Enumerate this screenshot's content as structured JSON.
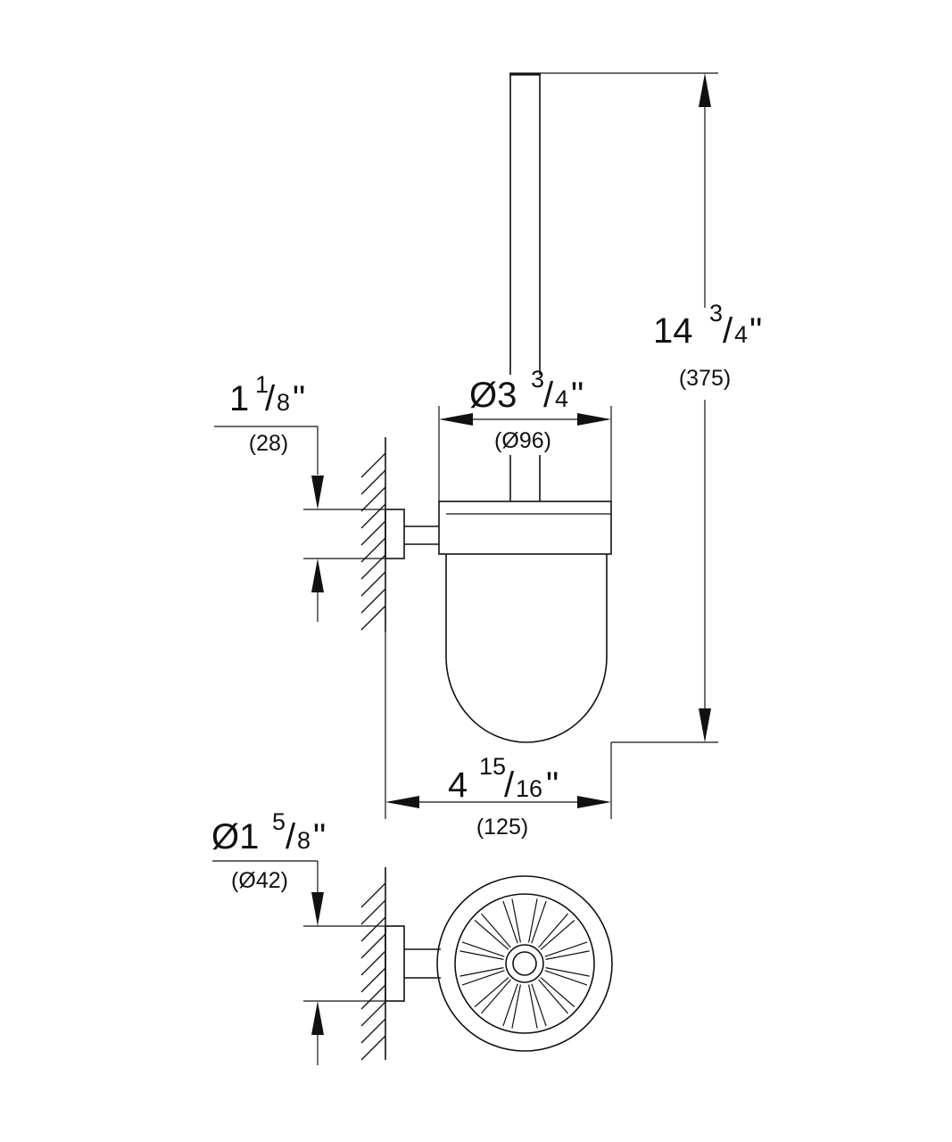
{
  "dimensions": {
    "height": {
      "whole": "14",
      "num": "3",
      "den": "4",
      "inch": "\"",
      "metric": "(375)"
    },
    "cup_diameter": {
      "prefix": "Ø3",
      "num": "3",
      "den": "4",
      "inch": "\"",
      "metric": "(Ø96)"
    },
    "bracket_height": {
      "whole": "1",
      "num": "1",
      "den": "8",
      "inch": "\"",
      "metric": "(28)"
    },
    "projection": {
      "whole": "4",
      "num": "15",
      "den": "16",
      "inch": "\"",
      "metric": "(125)"
    },
    "rosette_diameter": {
      "prefix": "Ø1",
      "num": "5",
      "den": "8",
      "inch": "\"",
      "metric": "(Ø42)"
    }
  }
}
